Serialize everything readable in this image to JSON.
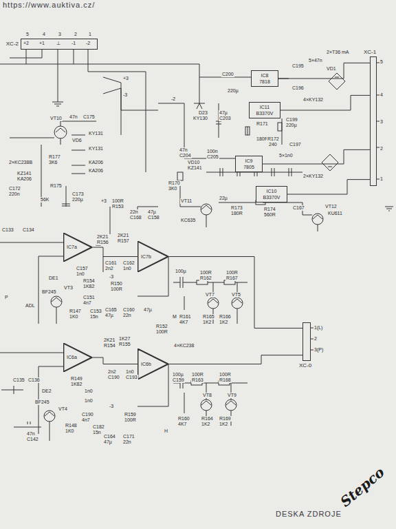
{
  "diagram": {
    "nodes": [
      {
        "text": [
          "XC-2"
        ]
      },
      {
        "text": [
          "IC8",
          "7818"
        ]
      },
      {
        "text": [
          "IC11",
          "B3370V"
        ]
      },
      {
        "text": [
          "IC9",
          "7805"
        ]
      },
      {
        "text": [
          "IC10",
          "B3370V"
        ]
      },
      {
        "text": [
          "XC-1"
        ]
      },
      {
        "text": [
          "IC7a"
        ]
      },
      {
        "text": [
          "IC7b"
        ]
      },
      {
        "text": [
          "IC6a"
        ]
      },
      {
        "text": [
          "IC6b"
        ]
      },
      {
        "text": [
          "XC-0"
        ]
      }
    ],
    "edges": [
      {
        "from": 5,
        "to": 1,
        "arrow": "none"
      },
      {
        "from": 5,
        "to": 2,
        "arrow": "none"
      },
      {
        "from": 5,
        "to": 3,
        "arrow": "none"
      },
      {
        "from": 5,
        "to": 4,
        "arrow": "none"
      },
      {
        "from": 6,
        "to": 7,
        "arrow": "none"
      },
      {
        "from": 8,
        "to": 9,
        "arrow": "none"
      },
      {
        "from": 7,
        "to": 10,
        "arrow": "none"
      },
      {
        "from": 9,
        "to": 10,
        "arrow": "none"
      }
    ],
    "labels": [
      "https://www.auktiva.cz/",
      "5",
      "4",
      "3",
      "2",
      "1",
      "+2",
      "+1",
      "⊥",
      "-1",
      "-2",
      "5",
      "4",
      "3",
      "2",
      "1",
      "2×T36 mA",
      "5×47n",
      "4×KY132",
      "VD1",
      "C195",
      "C196",
      "C200",
      "220µ",
      "C199",
      "220µ",
      "R171",
      "180R",
      "R172",
      "240",
      "C203",
      "47µ",
      "D23",
      "KY130",
      "+3",
      "-3",
      "-2",
      "47n",
      "C204",
      "VD10",
      "KZ141",
      "100n",
      "C205",
      "5×1n0",
      "C197",
      "2×KY132",
      "R170",
      "3K0",
      "VT11",
      "KC635",
      "22µ",
      "R173",
      "180R",
      "R174",
      "560R",
      "C167",
      "VT12",
      "KU611",
      "VT10",
      "2×KC238B",
      "KZ141",
      "KA206",
      "R177",
      "3K6",
      "KY131",
      "KY131",
      "KA206",
      "KA206",
      "47n",
      "C175",
      "VD6",
      "C173",
      "220µ",
      "C172",
      "220n",
      "56K",
      "R175",
      "C133",
      "C134",
      "+3",
      "100R",
      "R153",
      "22n",
      "C168",
      "47µ",
      "C158",
      "2K21",
      "R156",
      "2K21",
      "R157",
      "C161",
      "2n2",
      "C162",
      "1n0",
      "C157",
      "1n0",
      "R154",
      "1K82",
      "DE1",
      "BF245",
      "VT3",
      "C151",
      "4n7",
      "C153",
      "15n",
      "R147",
      "1K0",
      "ADL",
      "P",
      "-3",
      "R150",
      "100R",
      "C165",
      "47µ",
      "C160",
      "22n",
      "47µ",
      "R152",
      "100R",
      "M",
      "100µ",
      "100R",
      "R162",
      "100R",
      "R167",
      "VT7",
      "VT5",
      "R161",
      "4K7",
      "R165",
      "1K2",
      "R166",
      "1K2",
      "1(L)",
      "2",
      "3(P)",
      "2K21",
      "R154",
      "1K27",
      "R155",
      "2n2",
      "C190",
      "1n0",
      "C193",
      "4×KC238",
      "R149",
      "1K82",
      "1n0",
      "1n0",
      "DE2",
      "BF245",
      "VT4",
      "C190",
      "4n7",
      "R148",
      "1K0",
      "C182",
      "15n",
      "-3",
      "R159",
      "100R",
      "C164",
      "47µ",
      "C171",
      "22n",
      "100µ",
      "C159",
      "100R",
      "R163",
      "100R",
      "R168",
      "VT8",
      "VT9",
      "R160",
      "4K7",
      "R164",
      "1K2",
      "R169",
      "1K2",
      "H",
      "47n",
      "C142",
      "C135",
      "C136",
      "DESKA ZDROJE",
      "Stepco"
    ]
  }
}
